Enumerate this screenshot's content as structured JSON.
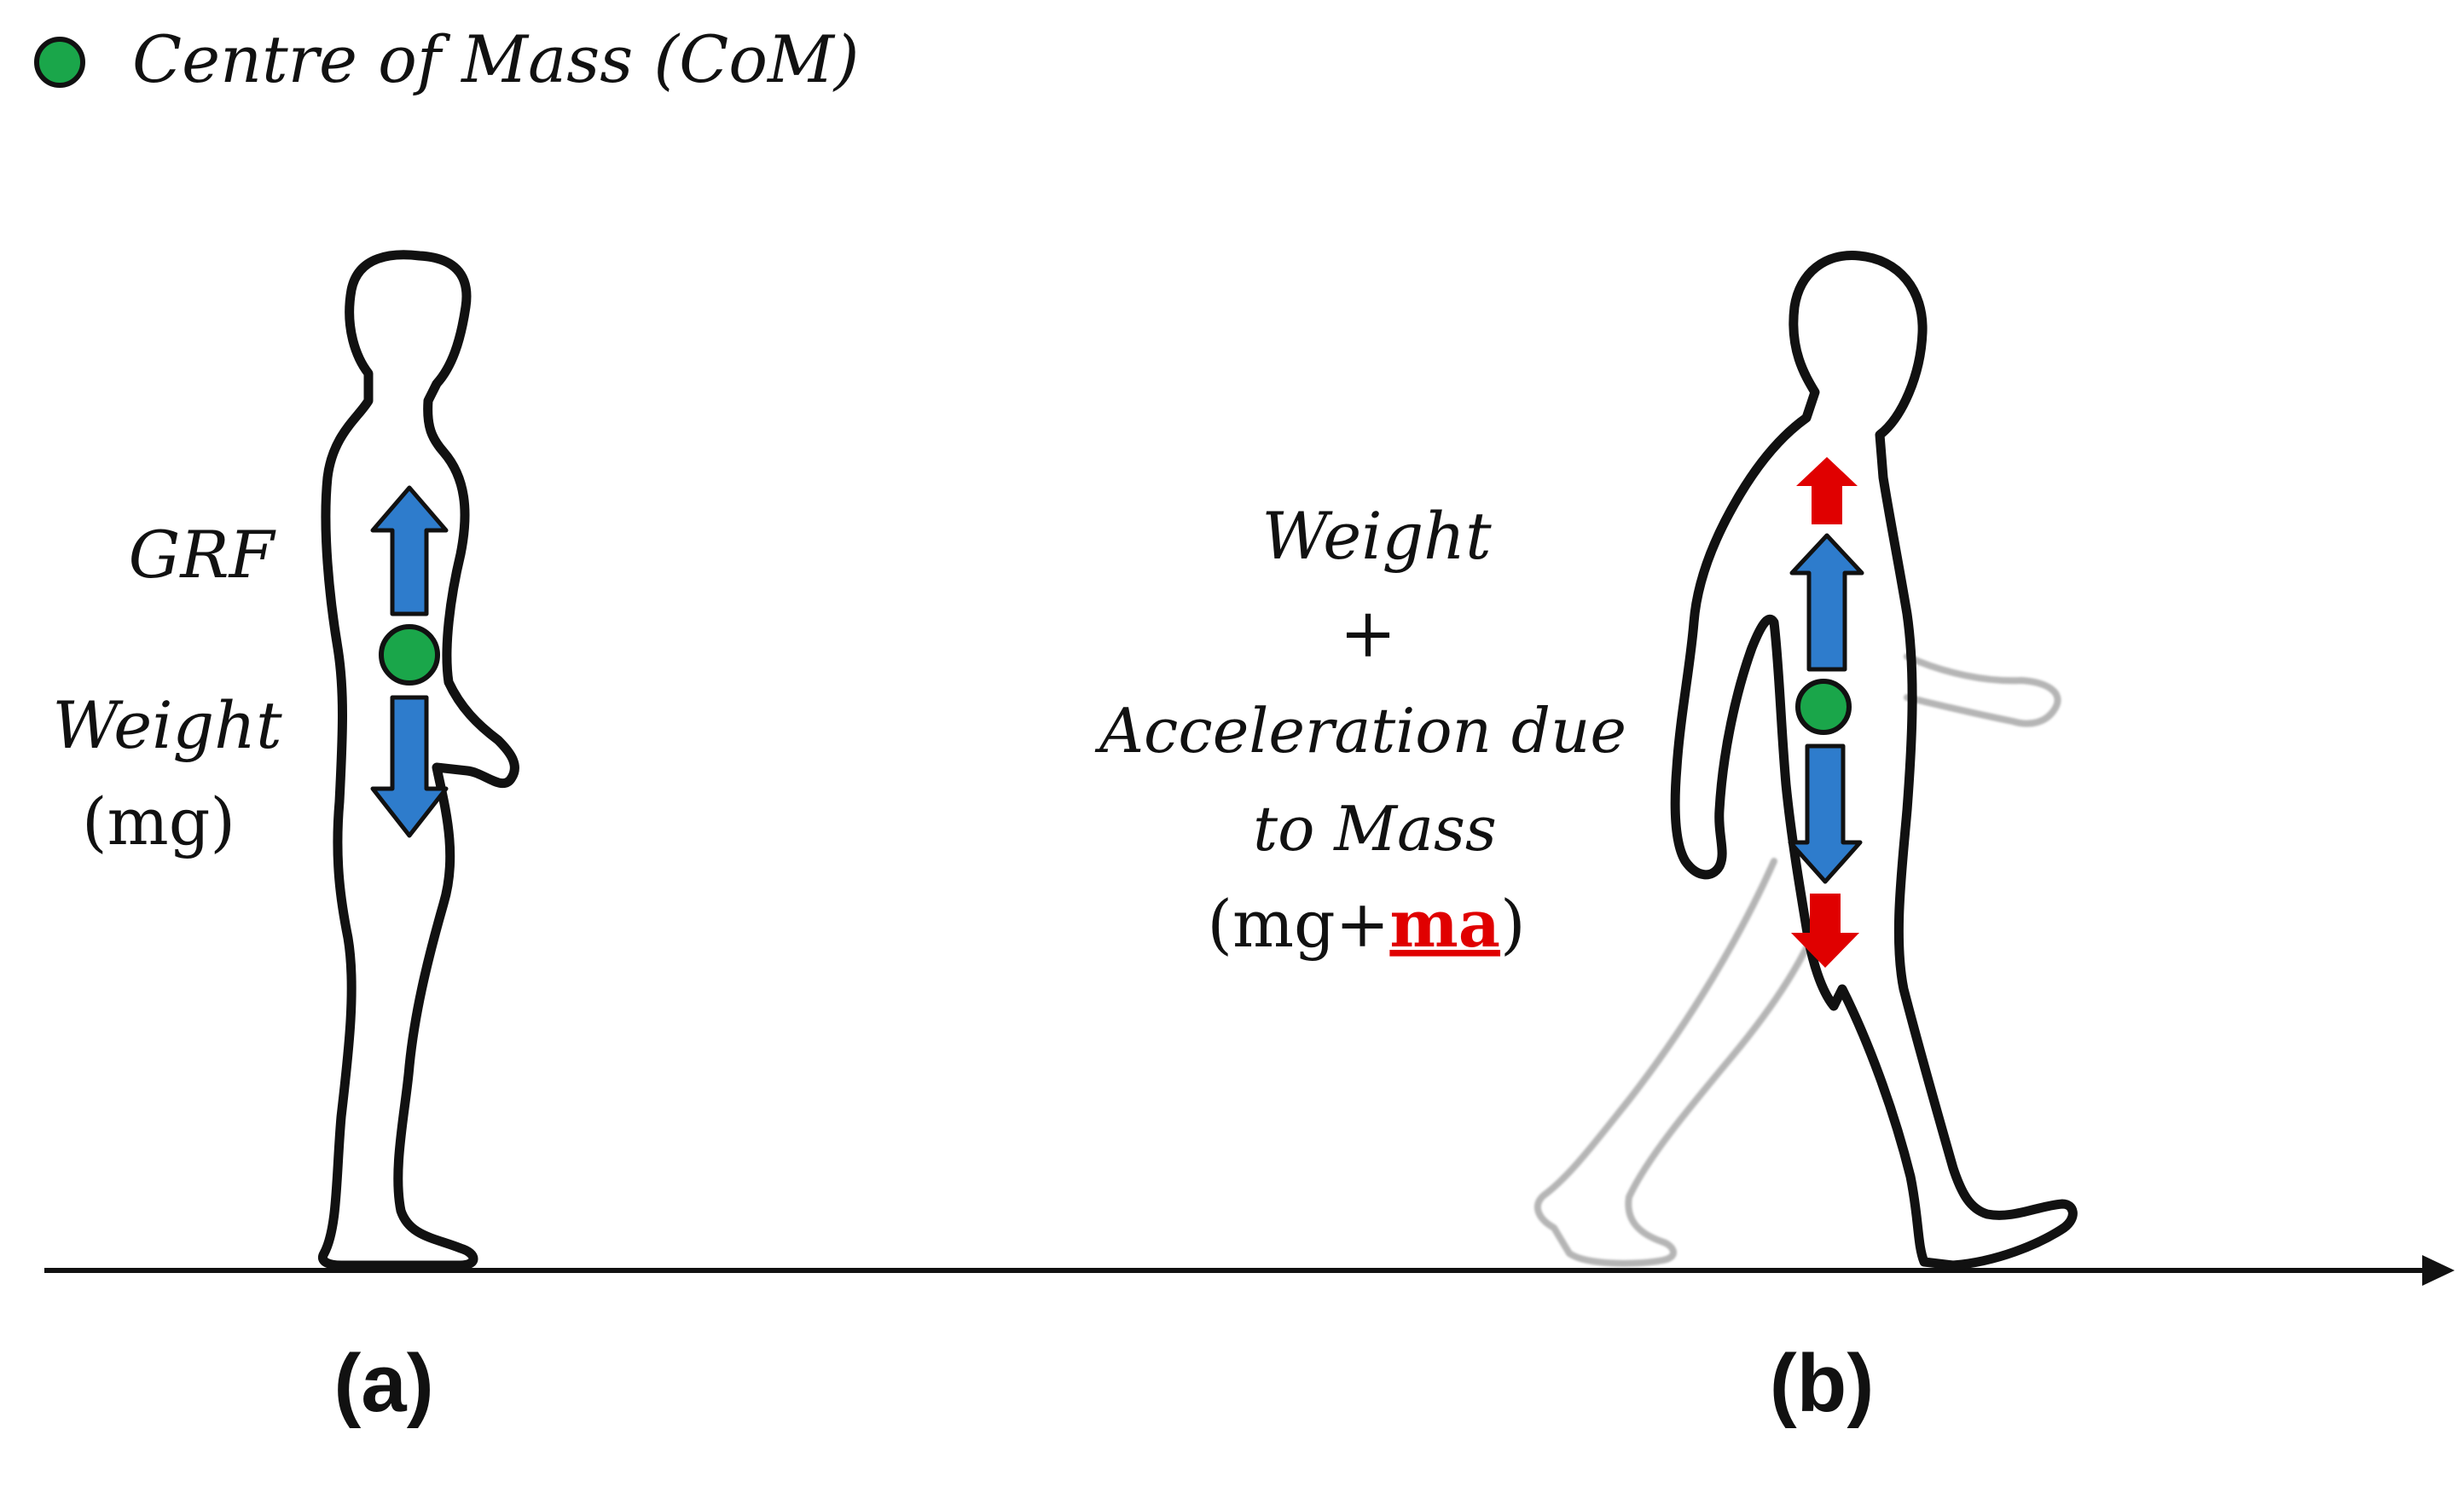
{
  "legend": {
    "label": "Centre of Mass (CoM)",
    "marker_color": "#1aa64a"
  },
  "panel_a": {
    "caption": "(a)",
    "grf_label": "GRF",
    "weight_label": "Weight",
    "formula": "(mg)"
  },
  "panel_b": {
    "caption": "(b)",
    "line1": "Weight",
    "plus": "+",
    "line2": "Acceleration due",
    "line3": "to Mass",
    "formula_open": "(mg+",
    "formula_highlight": "ma",
    "formula_close": ")"
  },
  "colors": {
    "force_arrow": "#2e7ccc",
    "acceleration_arrow": "#e00000",
    "highlight_text": "#e00000",
    "outline": "#111111"
  }
}
